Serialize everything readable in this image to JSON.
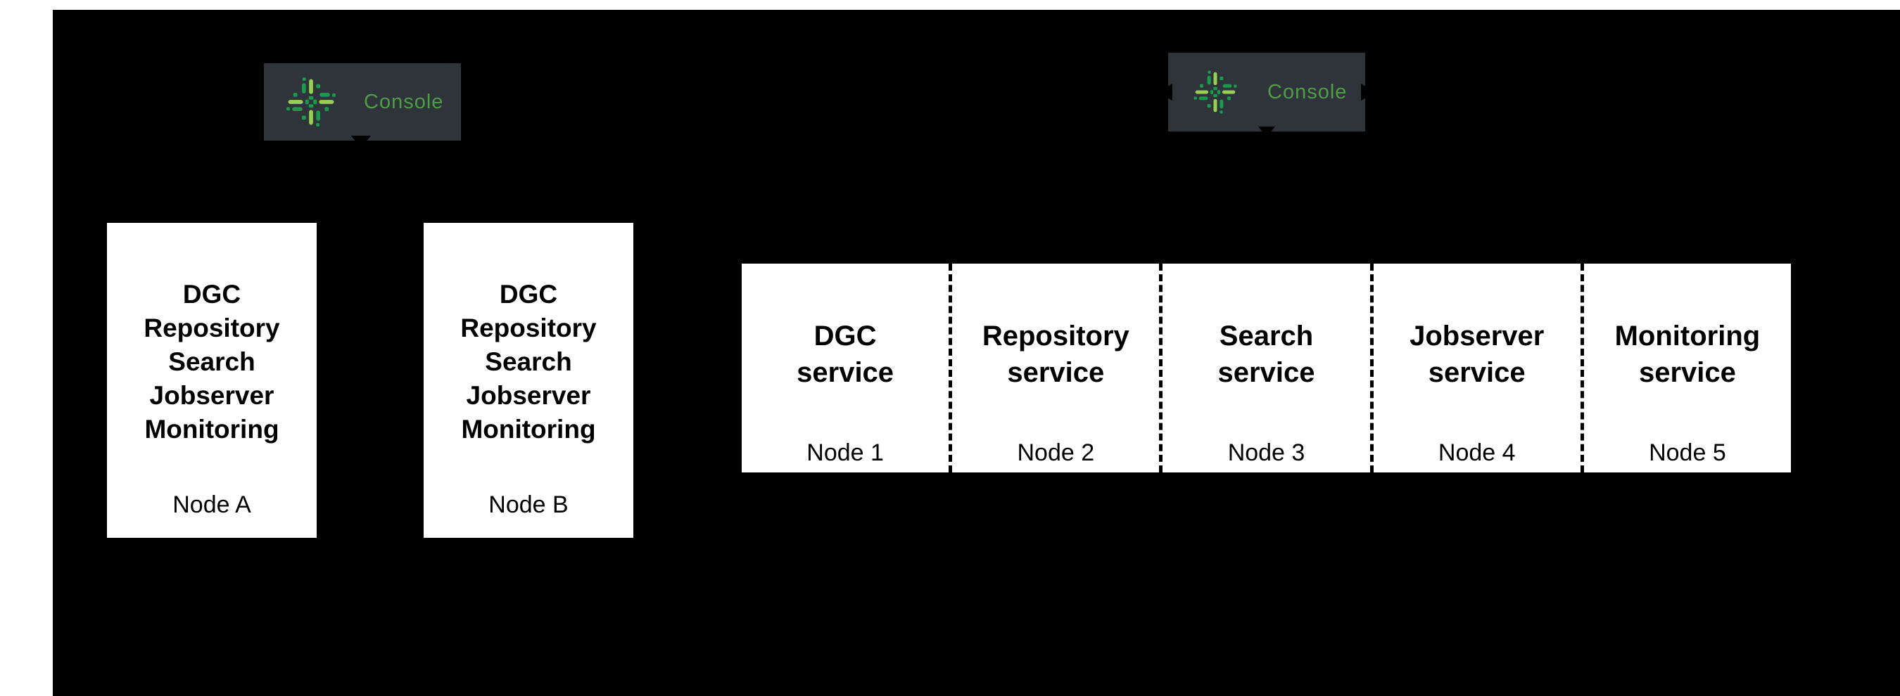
{
  "colors": {
    "page_background": "#ffffff",
    "diagram_background": "#000000",
    "console_panel": "#2e343a",
    "console_text_green": "#4f9c47",
    "logo_dark_green": "#199a4c",
    "logo_light_green": "#98ce51",
    "box_background": "#ffffff",
    "box_text": "#000000"
  },
  "console_left": {
    "label": "Console"
  },
  "console_right": {
    "label": "Console"
  },
  "left_nodes": [
    {
      "services": [
        "DGC",
        "Repository",
        "Search",
        "Jobserver",
        "Monitoring"
      ],
      "node": "Node A"
    },
    {
      "services": [
        "DGC",
        "Repository",
        "Search",
        "Jobserver",
        "Monitoring"
      ],
      "node": "Node B"
    }
  ],
  "service_columns": [
    {
      "line1": "DGC",
      "line2": "service",
      "node": "Node 1"
    },
    {
      "line1": "Repository",
      "line2": "service",
      "node": "Node 2"
    },
    {
      "line1": "Search",
      "line2": "service",
      "node": "Node 3"
    },
    {
      "line1": "Jobserver",
      "line2": "service",
      "node": "Node 4"
    },
    {
      "line1": "Monitoring",
      "line2": "service",
      "node": "Node 5"
    }
  ]
}
